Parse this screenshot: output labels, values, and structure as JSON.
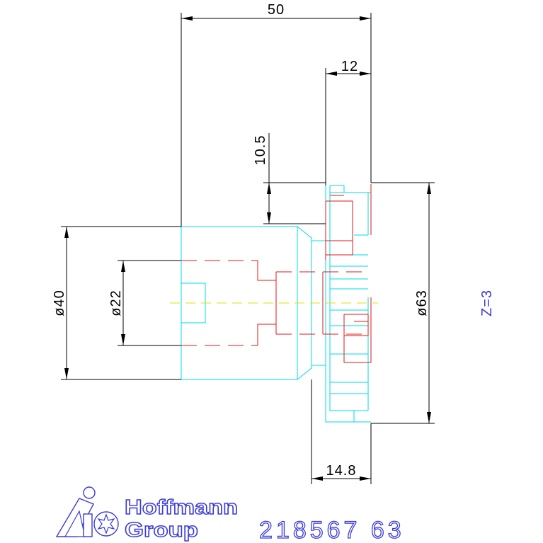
{
  "dimensions": {
    "width_total": "50",
    "width_front": "12",
    "height_step": "10.5",
    "diameter_bore": "ø40",
    "diameter_keyway": "ø22",
    "diameter_cutter": "ø63",
    "width_body": "14.8"
  },
  "teeth_count": "Z=3",
  "part_number": "218567 63",
  "logo": {
    "line1": "Hoffmann",
    "line2": "Group"
  },
  "colors": {
    "outline": "#00d8e8",
    "inserts": "#e01a1a",
    "dimension": "#000000",
    "centerline": "#e0e000",
    "brand": "#3a3ad8"
  }
}
